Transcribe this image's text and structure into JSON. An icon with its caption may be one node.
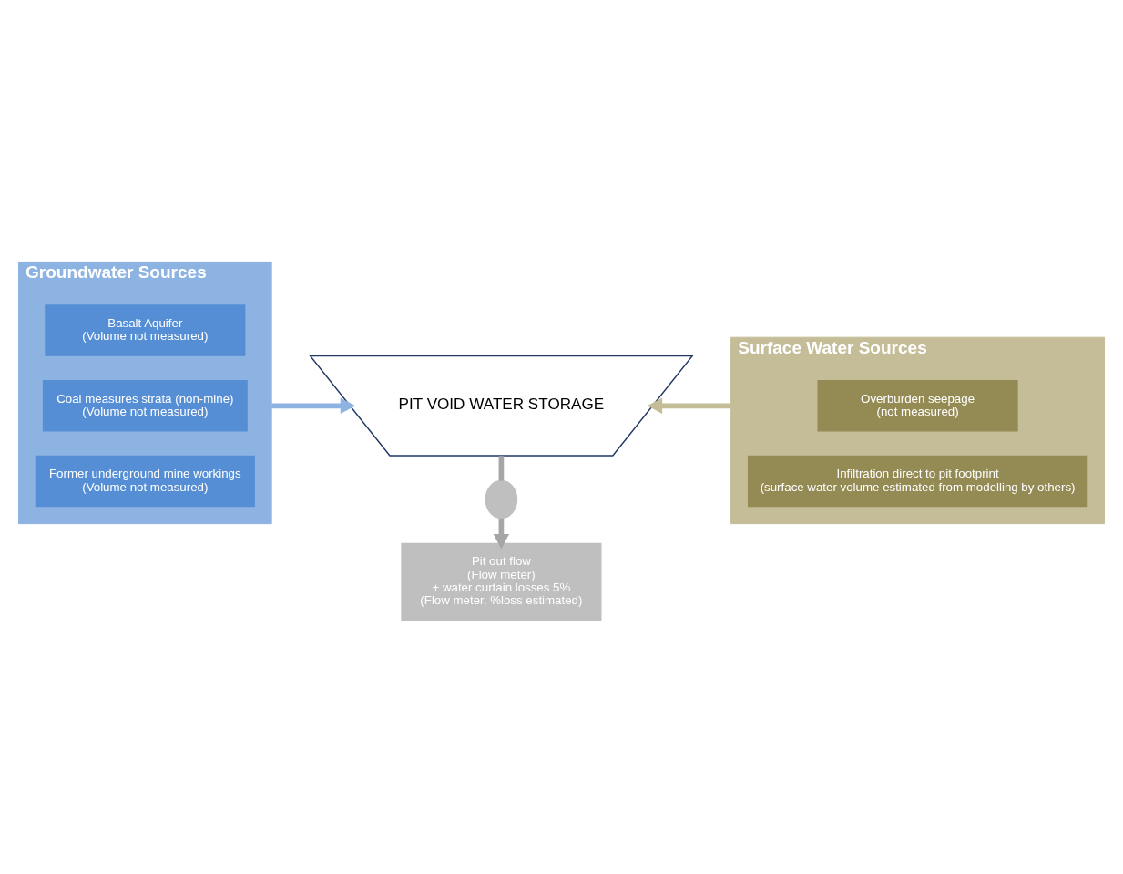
{
  "diagram": {
    "nodes": [
      {
        "text": [
          "Groundwater Sources"
        ]
      },
      {
        "text": [
          "Former underground mine workings",
          "(Volume not measured)"
        ],
        "in": 0
      },
      {
        "text": [
          "Coal measures strata (non-mine)",
          "(Volume not measured)"
        ],
        "in": 0
      },
      {
        "text": [
          "Basalt Aquifer",
          "(Volume not measured)"
        ],
        "in": 0
      },
      {
        "text": [
          "PIT VOID WATER STORAGE"
        ]
      },
      {
        "text": [
          "Surface Water Sources"
        ]
      },
      {
        "text": [
          "Infiltration direct to pit footprint",
          "(surface water volume estimated from modelling by others)"
        ],
        "in": 5
      },
      {
        "text": [
          "Overburden seepage",
          "(not measured)"
        ],
        "in": 5
      },
      {
        "text": [],
        "shape": "circle"
      },
      {
        "text": [
          "Pit out flow",
          "(Flow meter)",
          "+ water curtain losses 5%",
          "(Flow meter, %loss estimated)"
        ]
      }
    ],
    "edges": [
      {
        "from": 0,
        "to": 4,
        "arrow": "to",
        "color": "#8db3e2"
      },
      {
        "from": 5,
        "to": 4,
        "arrow": "to",
        "color": "#c4bd97"
      },
      {
        "from": 4,
        "to": 8,
        "arrow": "none",
        "color": "#a6a6a6"
      },
      {
        "from": 8,
        "to": 9,
        "arrow": "to",
        "color": "#a6a6a6"
      }
    ]
  }
}
